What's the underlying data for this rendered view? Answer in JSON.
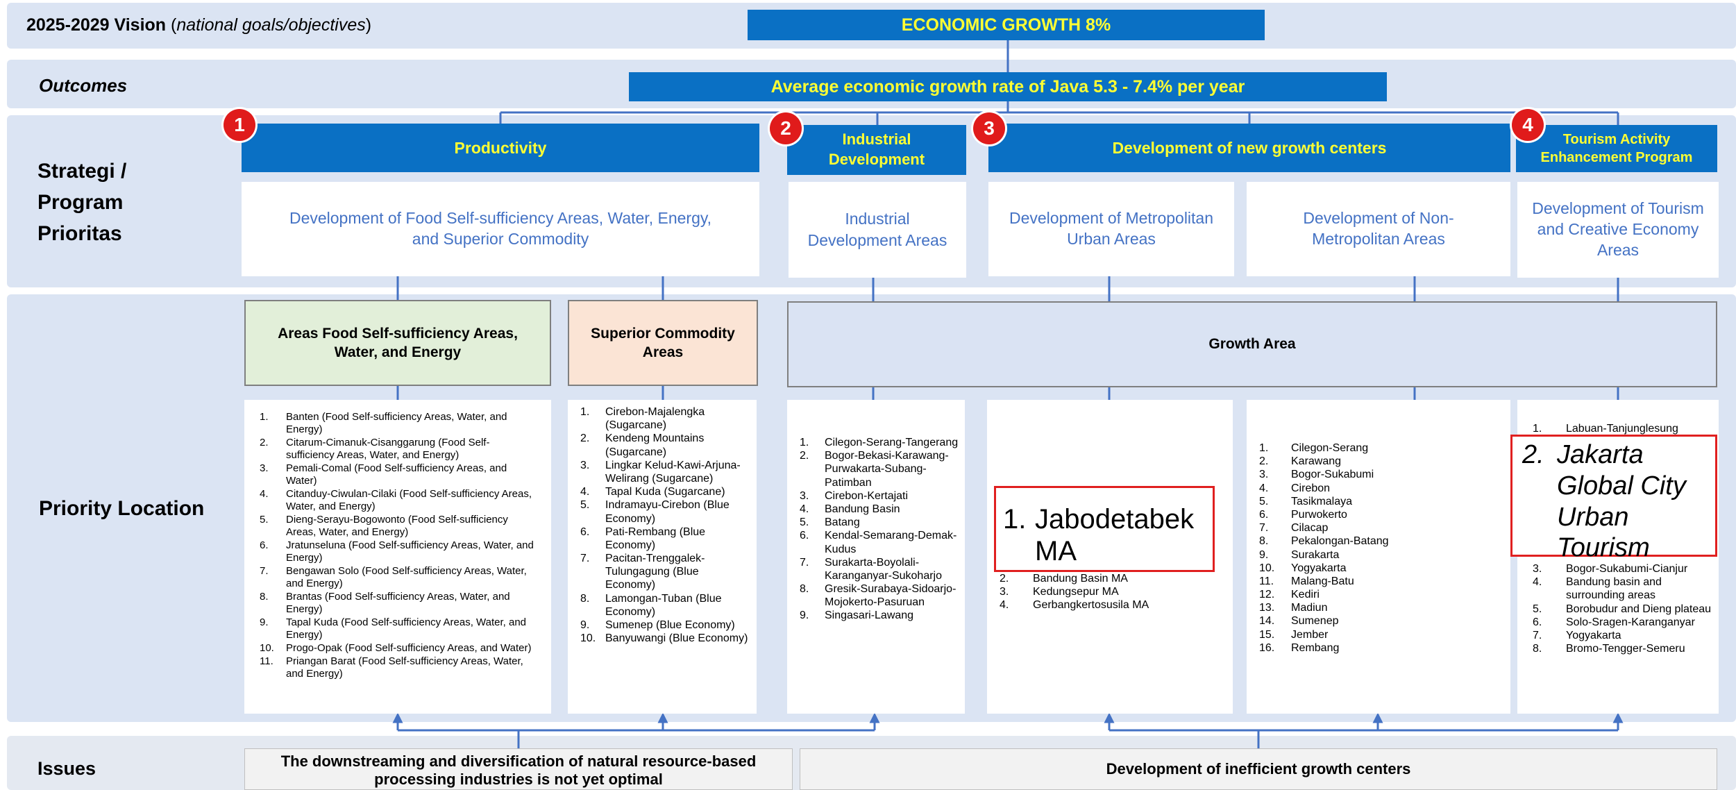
{
  "rows": {
    "vision_label_bold": "2025-2029 Vision",
    "vision_label_paren_open": " (",
    "vision_label_italic": "national goals/objectives",
    "vision_label_paren_close": ")",
    "outcomes": "Outcomes",
    "strategy": "Strategi / Program Prioritas",
    "priority_location": "Priority Location",
    "issues": "Issues"
  },
  "vision": "ECONOMIC GROWTH 8%",
  "outcome": "Average economic growth rate of Java 5.3 - 7.4% per year",
  "strategies": [
    {
      "number": "1",
      "title": "Productivity"
    },
    {
      "number": "2",
      "title": "Industrial Development"
    },
    {
      "number": "3",
      "title": "Development of new growth centers"
    },
    {
      "number": "4",
      "title": "Tourism Activity Enhancement Program"
    }
  ],
  "programs": {
    "food": "Development of Food Self-sufficiency Areas, Water, Energy, and Superior Commodity",
    "industrial": "Industrial Development Areas",
    "metro": "Development of Metropolitan Urban Areas",
    "nonmetro": "Development of Non-Metropolitan Areas",
    "tourism": "Development of Tourism and Creative Economy Areas"
  },
  "categories": {
    "food": "Areas Food Self-sufficiency Areas, Water, and Energy",
    "commodity": "Superior Commodity Areas",
    "growth": "Growth Area"
  },
  "colors": {
    "band": "#dbe4f3",
    "bar": "#0a70c4",
    "bar_text": "#ffff33",
    "program_text": "#4472c4",
    "connector": "#4472c4",
    "badge": "#e01b1b",
    "food_fill": "#e2efd9",
    "commodity_fill": "#fbe4d5",
    "growth_fill": "#dae3f3",
    "highlight": "#e02020"
  },
  "lists": {
    "food": [
      {
        "n": "1.",
        "t": "Banten (Food Self-sufficiency Areas, Water, and Energy)"
      },
      {
        "n": "2.",
        "t": "Citarum-Cimanuk-Cisanggarung (Food Self-sufficiency Areas, Water, and Energy)"
      },
      {
        "n": "3.",
        "t": "Pemali-Comal (Food Self-sufficiency Areas, and Water)"
      },
      {
        "n": "4.",
        "t": "Citanduy-Ciwulan-Cilaki (Food Self-sufficiency Areas, Water, and Energy)"
      },
      {
        "n": "5.",
        "t": "Dieng-Serayu-Bogowonto (Food Self-sufficiency Areas, Water, and Energy)"
      },
      {
        "n": "6.",
        "t": "Jratunseluna (Food Self-sufficiency Areas, Water, and Energy)"
      },
      {
        "n": "7.",
        "t": "Bengawan Solo (Food Self-sufficiency Areas, Water, and Energy)"
      },
      {
        "n": "8.",
        "t": "Brantas (Food Self-sufficiency Areas, Water, and Energy)"
      },
      {
        "n": "9.",
        "t": "Tapal Kuda (Food Self-sufficiency Areas, Water, and Energy)"
      },
      {
        "n": "10.",
        "t": "Progo-Opak (Food Self-sufficiency Areas, and Water)"
      },
      {
        "n": "11.",
        "t": "Priangan Barat (Food Self-sufficiency Areas, Water, and Energy)"
      }
    ],
    "commodity": [
      {
        "n": "1.",
        "t": "Cirebon-Majalengka (Sugarcane)"
      },
      {
        "n": "2.",
        "t": "Kendeng Mountains (Sugarcane)"
      },
      {
        "n": "3.",
        "t": "Lingkar Kelud-Kawi-Arjuna-Welirang (Sugarcane)"
      },
      {
        "n": "4.",
        "t": "Tapal Kuda (Sugarcane)"
      },
      {
        "n": "5.",
        "t": "Indramayu-Cirebon (Blue Economy)"
      },
      {
        "n": "6.",
        "t": "Pati-Rembang (Blue Economy)"
      },
      {
        "n": "7.",
        "t": "Pacitan-Trenggalek-Tulungagung (Blue Economy)"
      },
      {
        "n": "8.",
        "t": "Lamongan-Tuban (Blue Economy)"
      },
      {
        "n": "9.",
        "t": "Sumenep (Blue Economy)"
      },
      {
        "n": "10.",
        "t": "Banyuwangi (Blue Economy)"
      }
    ],
    "industrial": [
      {
        "n": "1.",
        "t": "Cilegon-Serang-Tangerang"
      },
      {
        "n": "2.",
        "t": "Bogor-Bekasi-Karawang-Purwakarta-Subang-Patimban"
      },
      {
        "n": "3.",
        "t": "Cirebon-Kertajati"
      },
      {
        "n": "4.",
        "t": "Bandung Basin"
      },
      {
        "n": "5.",
        "t": "Batang"
      },
      {
        "n": "6.",
        "t": "Kendal-Semarang-Demak-Kudus"
      },
      {
        "n": "7.",
        "t": "Surakarta-Boyolali-Karanganyar-Sukoharjo"
      },
      {
        "n": "8.",
        "t": "Gresik-Surabaya-Sidoarjo-Mojokerto-Pasuruan"
      },
      {
        "n": "9.",
        "t": "Singasari-Lawang"
      }
    ],
    "metro_highlight": {
      "n": "1.",
      "t": "Jabodetabek MA"
    },
    "metro": [
      {
        "n": "2.",
        "t": "Bandung Basin MA"
      },
      {
        "n": "3.",
        "t": "Kedungsepur MA"
      },
      {
        "n": "4.",
        "t": "Gerbangkertosusila MA"
      }
    ],
    "nonmetro": [
      {
        "n": "1.",
        "t": "Cilegon-Serang"
      },
      {
        "n": "2.",
        "t": "Karawang"
      },
      {
        "n": "3.",
        "t": "Bogor-Sukabumi"
      },
      {
        "n": "4.",
        "t": "Cirebon"
      },
      {
        "n": "5.",
        "t": "Tasikmalaya"
      },
      {
        "n": "6.",
        "t": "Purwokerto"
      },
      {
        "n": "7.",
        "t": "Cilacap"
      },
      {
        "n": "8.",
        "t": "Pekalongan-Batang"
      },
      {
        "n": "9.",
        "t": "Surakarta"
      },
      {
        "n": "10.",
        "t": "Yogyakarta"
      },
      {
        "n": "11.",
        "t": "Malang-Batu"
      },
      {
        "n": "12.",
        "t": "Kediri"
      },
      {
        "n": "13.",
        "t": "Madiun"
      },
      {
        "n": "14.",
        "t": "Sumenep"
      },
      {
        "n": "15.",
        "t": "Jember"
      },
      {
        "n": "16.",
        "t": "Rembang"
      }
    ],
    "tourism_first": {
      "n": "1.",
      "t": "Labuan-Tanjunglesung"
    },
    "tourism_highlight": {
      "n": "2.",
      "t": "Jakarta Global City Urban Tourism"
    },
    "tourism": [
      {
        "n": "3.",
        "t": "Bogor-Sukabumi-Cianjur"
      },
      {
        "n": "4.",
        "t": "Bandung basin and surrounding areas"
      },
      {
        "n": "5.",
        "t": "Borobudur and Dieng plateau"
      },
      {
        "n": "6.",
        "t": "Solo-Sragen-Karanganyar"
      },
      {
        "n": "7.",
        "t": "Yogyakarta"
      },
      {
        "n": "8.",
        "t": "Bromo-Tengger-Semeru"
      }
    ]
  },
  "issues": {
    "left": "The downstreaming and diversification of natural resource-based processing industries is not yet optimal",
    "right": "Development of inefficient growth centers"
  }
}
